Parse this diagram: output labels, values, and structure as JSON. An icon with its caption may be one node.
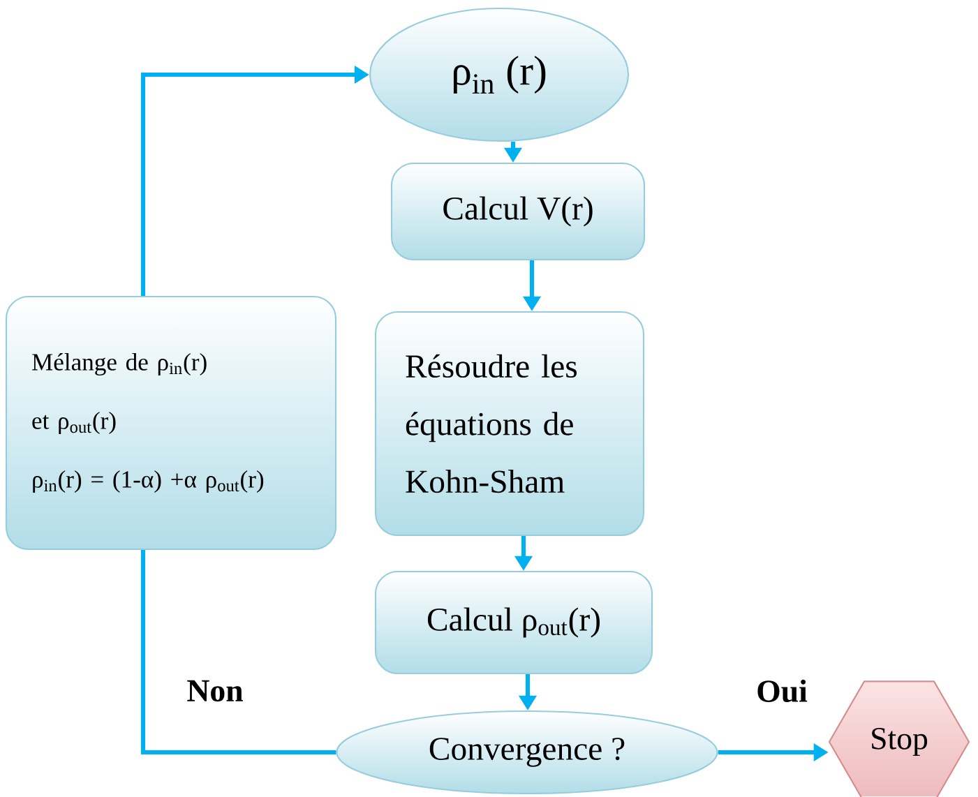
{
  "diagram": {
    "nodes": [
      {
        "text": [
          "ρ$_{in}$ (r)"
        ]
      },
      {
        "text": [
          "Calcul V(r)"
        ]
      },
      {
        "text": [
          "Résoudre les équations de Kohn-Sham"
        ]
      },
      {
        "text": [
          "Calcul ρ$_{out}$(r)"
        ]
      },
      {
        "text": [
          "Convergence ?"
        ]
      },
      {
        "text": [
          "Stop"
        ]
      },
      {
        "text": [
          "Mélange de ρ$_{in}$(r)",
          "et ρ$_{out}$(r)",
          "ρ$_{in}$(r) = (1-α) +α ρ$_{out}$(r)"
        ]
      }
    ],
    "edges": [
      {
        "from": 0,
        "to": 1,
        "arrow": "to"
      },
      {
        "from": 1,
        "to": 2,
        "arrow": "to"
      },
      {
        "from": 2,
        "to": 3,
        "arrow": "to"
      },
      {
        "from": 3,
        "to": 4,
        "arrow": "to"
      },
      {
        "from": 4,
        "to": 5,
        "arrow": "to",
        "label": "Oui"
      },
      {
        "from": 4,
        "to": 6,
        "arrow": "none",
        "label": "Non"
      },
      {
        "from": 6,
        "to": 0,
        "arrow": "to"
      }
    ]
  }
}
